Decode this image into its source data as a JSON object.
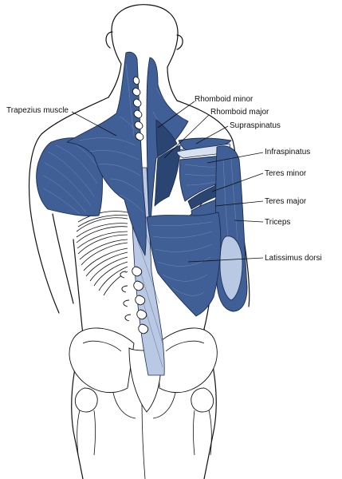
{
  "colors": {
    "muscle": "#3f5f96",
    "muscle_dark": "#2b4573",
    "fascia": "#b9c8e3",
    "tendon": "#d8e1f0",
    "outline": "#111111"
  },
  "labels": {
    "trapezius": "Trapezius muscle",
    "rhomboid_minor": "Rhomboid minor",
    "rhomboid_major": "Rhomboid major",
    "supraspinatus": "Supraspinatus",
    "infraspinatus": "Infraspinatus",
    "teres_minor": "Teres minor",
    "teres_major": "Teres major",
    "triceps": "Triceps",
    "latissimus_dorsi": "Latissimus dorsi"
  }
}
